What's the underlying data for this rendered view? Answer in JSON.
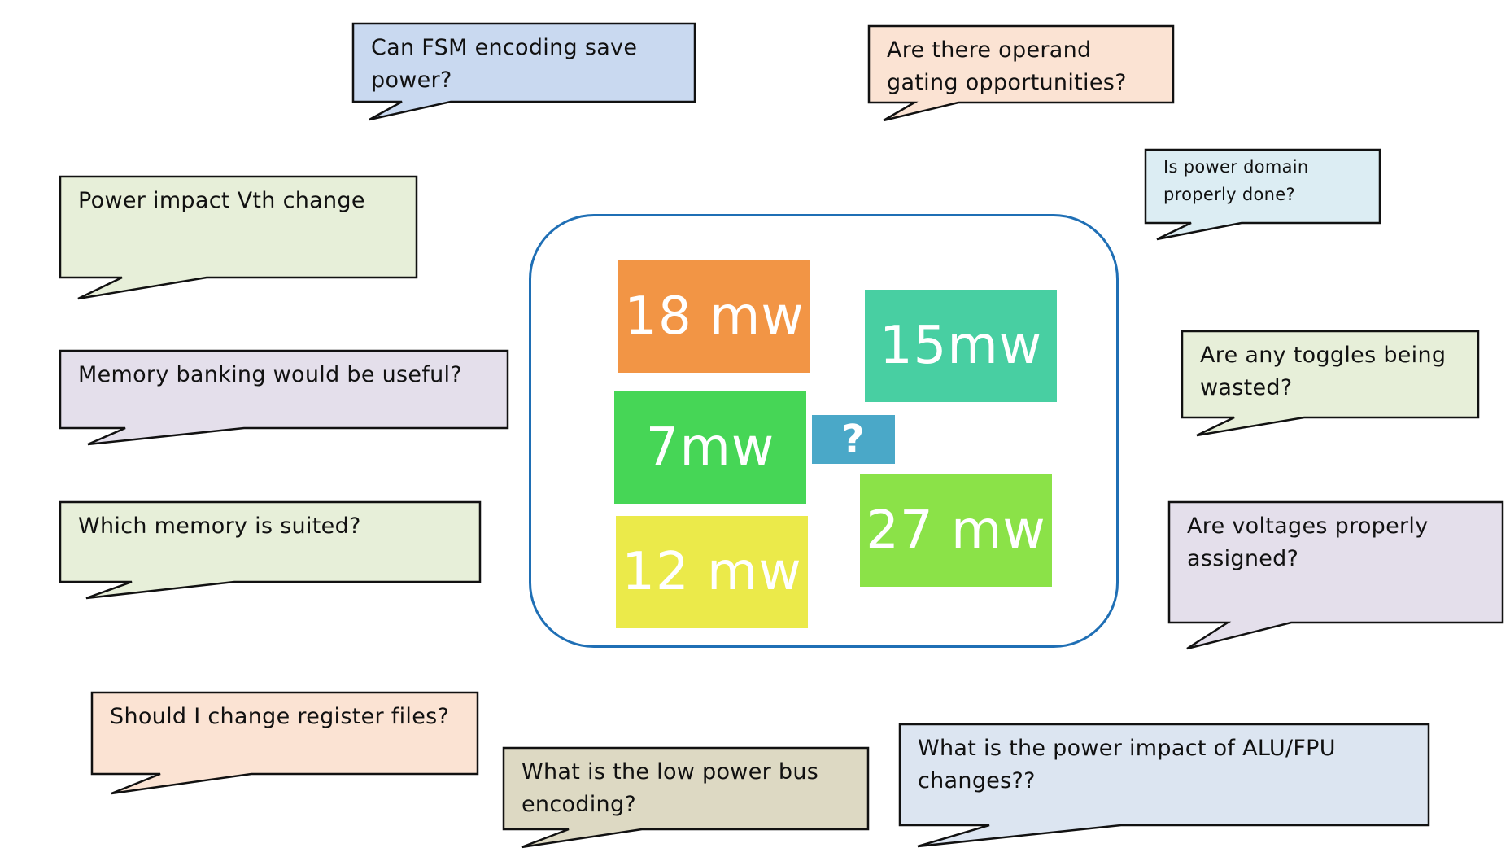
{
  "bubbles": [
    {
      "id": "fsm",
      "text": "Can FSM encoding save power?",
      "color": "#c9d9f0"
    },
    {
      "id": "operand",
      "text": "Are there operand gating opportunities?",
      "color": "#fbe3d3"
    },
    {
      "id": "vth",
      "text": "Power impact Vth change",
      "color": "#e7efd9"
    },
    {
      "id": "domain",
      "text": "Is power domain properly done?",
      "color": "#dcedf3"
    },
    {
      "id": "banking",
      "text": "Memory banking would be useful?",
      "color": "#e4dfeb"
    },
    {
      "id": "toggles",
      "text": "Are any toggles being wasted?",
      "color": "#e7efd9"
    },
    {
      "id": "memory",
      "text": "Which memory is suited?",
      "color": "#e7efd9"
    },
    {
      "id": "voltages",
      "text": "Are voltages properly assigned?",
      "color": "#e4dfeb"
    },
    {
      "id": "register",
      "text": "Should I change register files?",
      "color": "#fbe3d3"
    },
    {
      "id": "bus",
      "text": "What is the low power bus encoding?",
      "color": "#ddd9c3"
    },
    {
      "id": "alu",
      "text": "What is the power impact of ALU/FPU changes??",
      "color": "#dce5f1"
    }
  ],
  "blocks": [
    {
      "id": "b18",
      "label": "18 mw",
      "color": "#f29545"
    },
    {
      "id": "b15",
      "label": "15mw",
      "color": "#48cfa2"
    },
    {
      "id": "b7",
      "label": "7mw",
      "color": "#46d656"
    },
    {
      "id": "q",
      "label": "?",
      "color": "#4aa8c8"
    },
    {
      "id": "b27",
      "label": "27 mw",
      "color": "#8be248"
    },
    {
      "id": "b12",
      "label": "12 mw",
      "color": "#ebea4a"
    }
  ]
}
